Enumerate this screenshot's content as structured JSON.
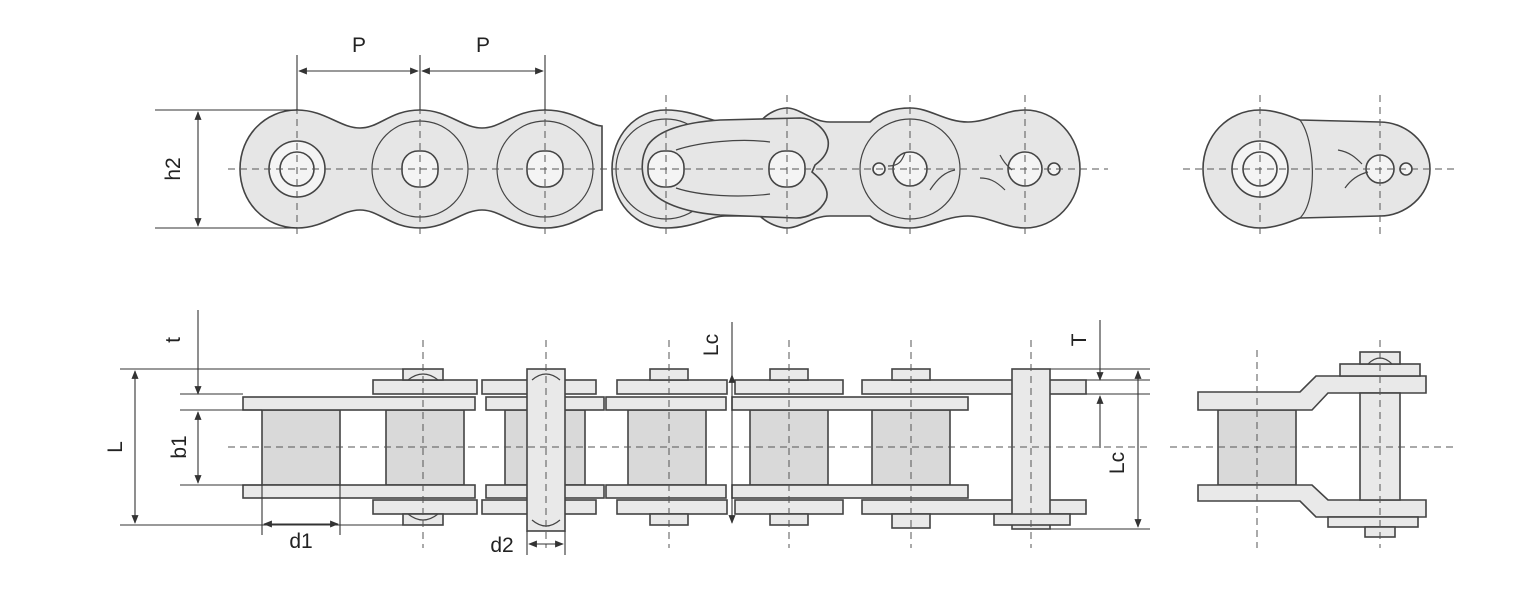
{
  "labels": {
    "p1": "P",
    "p2": "P",
    "h2": "h2",
    "t": "t",
    "lc_top": "Lc",
    "T": "T",
    "L": "L",
    "b1": "b1",
    "d1": "d1",
    "d2": "d2",
    "lc_side": "Lc"
  },
  "colors": {
    "fill": "#e6e6e6",
    "stroke": "#444444",
    "background": "#ffffff"
  }
}
